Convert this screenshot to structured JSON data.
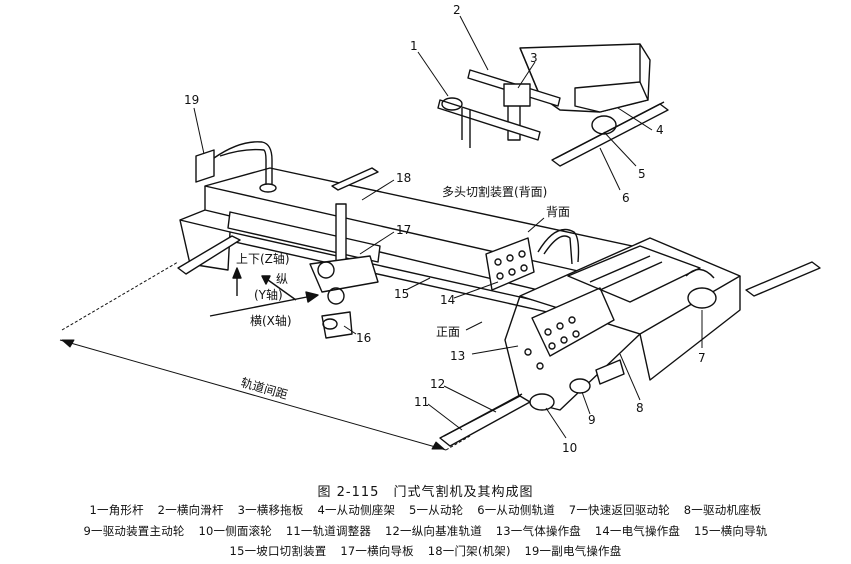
{
  "callouts": [
    "1",
    "2",
    "3",
    "4",
    "5",
    "6",
    "7",
    "8",
    "9",
    "10",
    "11",
    "12",
    "13",
    "14",
    "15",
    "16",
    "17",
    "18",
    "19"
  ],
  "labels": {
    "multihead": "多头切割装置(背面)",
    "back": "背面",
    "front": "正面",
    "z_axis": "上下(Z轴)",
    "y_axis_1": "纵",
    "y_axis_2": "(Y轴)",
    "x_axis": "横(X轴)",
    "track_gauge": "轨道间距"
  },
  "caption": "图 2-115　门式气割机及其构成图",
  "legend": [
    [
      "1一角形杆",
      "2一横向滑杆",
      "3一横移拖板",
      "4一从动侧座架",
      "5一从动轮",
      "6一从动侧轨道",
      "7一快速返回驱动轮",
      "8一驱动机座板"
    ],
    [
      "9一驱动装置主动轮",
      "10一侧面滚轮",
      "11一轨道调整器",
      "12一纵向基准轨道",
      "13一气体操作盘",
      "14一电气操作盘",
      "15一横向导轨"
    ],
    [
      "15一坡口切割装置",
      "17一横向导板",
      "18一门架(机架)",
      "19一副电气操作盘"
    ]
  ]
}
